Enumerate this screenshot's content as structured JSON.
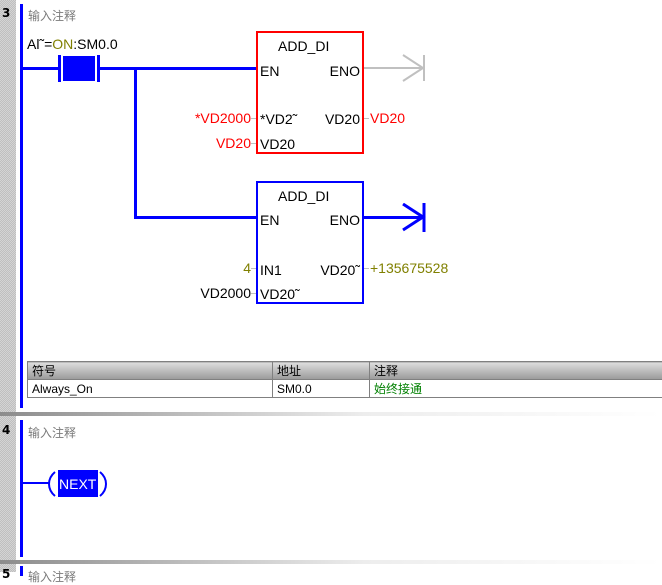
{
  "networks": [
    {
      "number": "3",
      "comment": "输入注释",
      "contact": {
        "label_prefix": "Al˜=",
        "state": "ON",
        "label_suffix": ":SM0.0"
      },
      "blocks": [
        {
          "title": "ADD_DI",
          "status": "error",
          "en": "EN",
          "eno": "ENO",
          "in1_inner": "*VD2˜",
          "in1_outer": "*VD2000",
          "in2_inner": "VD20",
          "in2_outer": "VD20",
          "out_inner": "VD20",
          "out_outer": "VD20"
        },
        {
          "title": "ADD_DI",
          "status": "ok",
          "en": "EN",
          "eno": "ENO",
          "in1_inner": "IN1",
          "in1_outer": "4",
          "in2_inner": "VD20˜",
          "in2_outer": "VD2000",
          "out_inner": "VD20˜",
          "out_outer": "+135675528"
        }
      ],
      "symbol_table": {
        "headers": [
          "符号",
          "地址",
          "注释"
        ],
        "rows": [
          {
            "symbol": "Always_On",
            "address": "SM0.0",
            "comment": "始终接通"
          }
        ]
      }
    },
    {
      "number": "4",
      "comment": "输入注释",
      "coil": "NEXT"
    },
    {
      "number": "5",
      "comment": "输入注释"
    }
  ],
  "colors": {
    "power_flow": "#0000ff",
    "error": "#ff0000",
    "inactive": "#c0c0c0",
    "value": "#808000",
    "comment_green": "#008000"
  }
}
